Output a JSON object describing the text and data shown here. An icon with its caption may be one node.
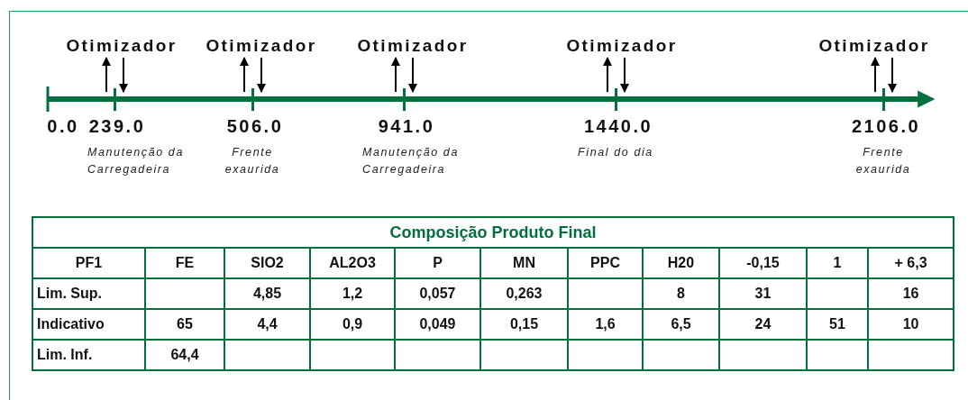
{
  "diagram": {
    "nodes": [
      {
        "text": [
          "Otimizador"
        ]
      },
      {
        "text": [
          "Otimizador"
        ]
      },
      {
        "text": [
          "Otimizador"
        ]
      },
      {
        "text": [
          "Otimizador"
        ]
      },
      {
        "text": [
          "Otimizador"
        ]
      },
      {
        "text": [],
        "shape": "bar",
        "beside": [
          "239.0",
          "Manutenção da Carregadeira"
        ]
      },
      {
        "text": [],
        "shape": "bar",
        "beside": [
          "506.0",
          "Frente exaurida"
        ]
      },
      {
        "text": [],
        "shape": "bar",
        "beside": [
          "941.0",
          "Manutenção da Carregadeira"
        ]
      },
      {
        "text": [],
        "shape": "bar",
        "beside": [
          "1440.0",
          "Final do dia"
        ]
      },
      {
        "text": [],
        "shape": "bar",
        "beside": [
          "2106.0",
          "Frente exaurida"
        ]
      }
    ],
    "edges": [
      {
        "from": 5,
        "to": 0,
        "arrow": "to"
      },
      {
        "from": 0,
        "to": 5,
        "arrow": "to"
      },
      {
        "from": 6,
        "to": 1,
        "arrow": "to"
      },
      {
        "from": 1,
        "to": 6,
        "arrow": "to"
      },
      {
        "from": 7,
        "to": 2,
        "arrow": "to"
      },
      {
        "from": 2,
        "to": 7,
        "arrow": "to"
      },
      {
        "from": 8,
        "to": 3,
        "arrow": "to"
      },
      {
        "from": 3,
        "to": 8,
        "arrow": "to"
      },
      {
        "from": 9,
        "to": 4,
        "arrow": "to"
      },
      {
        "from": 4,
        "to": 9,
        "arrow": "to"
      }
    ],
    "labels": [
      "0.0",
      "Composição Produto Final",
      "PF1",
      "FE",
      "SIO2",
      "AL2O3",
      "P",
      "MN",
      "PPC",
      "H20",
      "-0,15",
      "1",
      "+ 6,3",
      "Lim. Sup.",
      "4,85",
      "1,2",
      "0,057",
      "0,263",
      "8",
      "31",
      "16",
      "Indicativo",
      "65",
      "4,4",
      "0,9",
      "0,049",
      "0,15",
      "1,6",
      "6,5",
      "24",
      "51",
      "10",
      "Lim. Inf.",
      "64,4"
    ]
  }
}
